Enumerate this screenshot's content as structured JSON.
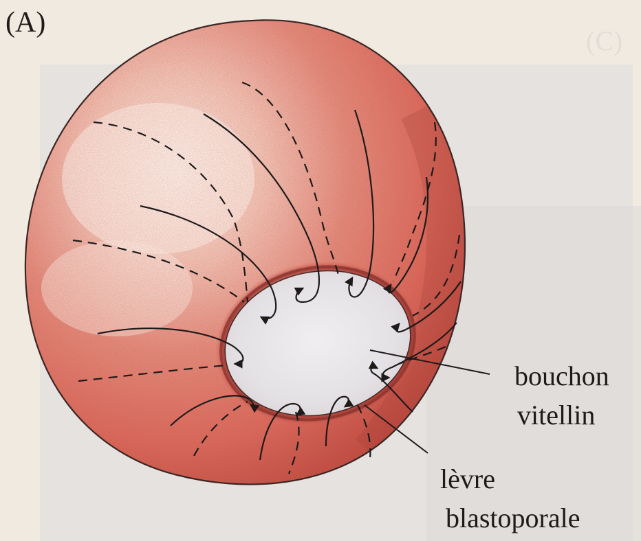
{
  "figure": {
    "panel_letter": "(A)",
    "ghost_panel_letter": "(C)",
    "labels": {
      "yolk_plug": [
        "bouchon",
        "vitellin"
      ],
      "blastopore_lip": [
        "lèvre",
        "blastoporale"
      ]
    },
    "colors": {
      "background": "#f1eae0",
      "panel_wash": "#e6e2df",
      "embryo_red": "#dd6f60",
      "embryo_dark": "#b9473d",
      "embryo_highlight": "#f8e6de",
      "yolk_plug": "#e9e6e9",
      "ink": "#1e1a1a"
    }
  }
}
